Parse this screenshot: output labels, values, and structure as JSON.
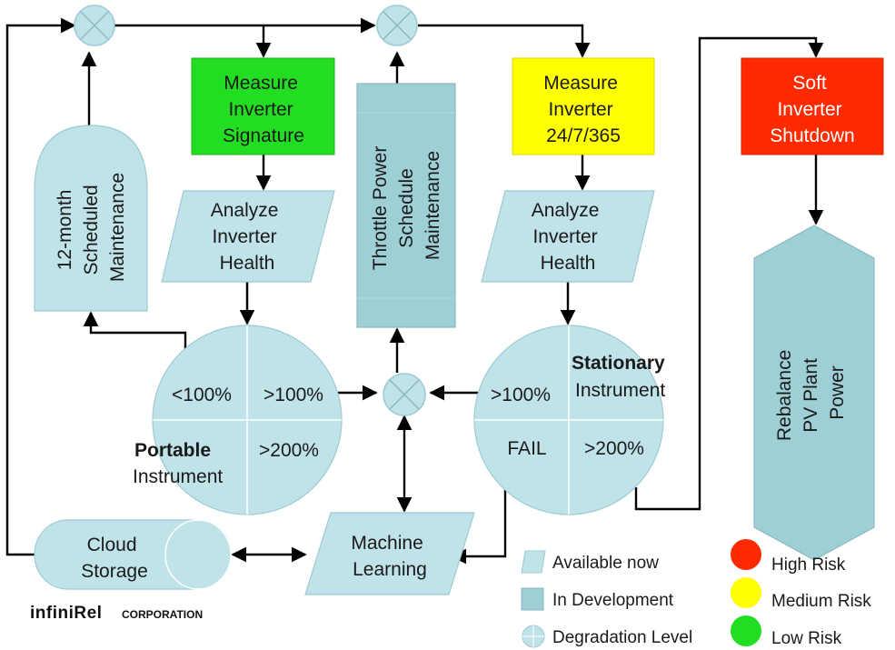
{
  "colors": {
    "node_fill": "#bfe3e8",
    "node_stroke": "#9ccbd3",
    "dev_fill": "#9fcfd6",
    "high_risk": "#ff2a00",
    "medium_risk": "#ffff00",
    "low_risk": "#22dd22",
    "edge": "#000000"
  },
  "nodes": {
    "measure_signature": {
      "lines": [
        "Measure",
        "Inverter",
        "Signature"
      ],
      "risk": "low"
    },
    "measure_247": {
      "lines": [
        "Measure",
        "Inverter",
        "24/7/365"
      ],
      "risk": "medium"
    },
    "soft_shutdown": {
      "lines": [
        "Soft",
        "Inverter",
        "Shutdown"
      ],
      "risk": "high"
    },
    "analyze_left": {
      "lines": [
        "Analyze",
        "Inverter",
        "Health"
      ]
    },
    "analyze_right": {
      "lines": [
        "Analyze",
        "Inverter",
        "Health"
      ]
    },
    "scheduled_maintenance": {
      "lines": [
        "12-month",
        "Scheduled",
        "Maintenance"
      ]
    },
    "throttle_power": {
      "lines": [
        "Throttle Power",
        "Schedule",
        "Maintenance"
      ]
    },
    "rebalance": {
      "lines": [
        "Rebalance",
        "PV Plant",
        "Power"
      ]
    },
    "portable": {
      "q1": "<100%",
      "q2": ">100%",
      "q4": ">200%",
      "title": "Portable",
      "subtitle": "Instrument"
    },
    "stationary": {
      "q1": ">100%",
      "q3": "FAIL",
      "q4": ">200%",
      "title": "Stationary",
      "subtitle": "Instrument"
    },
    "cloud_storage": {
      "lines": [
        "Cloud",
        "Storage"
      ]
    },
    "machine_learning": {
      "lines": [
        "Machine",
        "Learning"
      ]
    }
  },
  "legend": {
    "available_now": "Available now",
    "in_development": "In Development",
    "degradation_level": "Degradation Level",
    "high_risk": "High Risk",
    "medium_risk": "Medium Risk",
    "low_risk": "Low Risk"
  },
  "logo": {
    "name": "infiniRel",
    "suffix": "CORPORATION"
  }
}
